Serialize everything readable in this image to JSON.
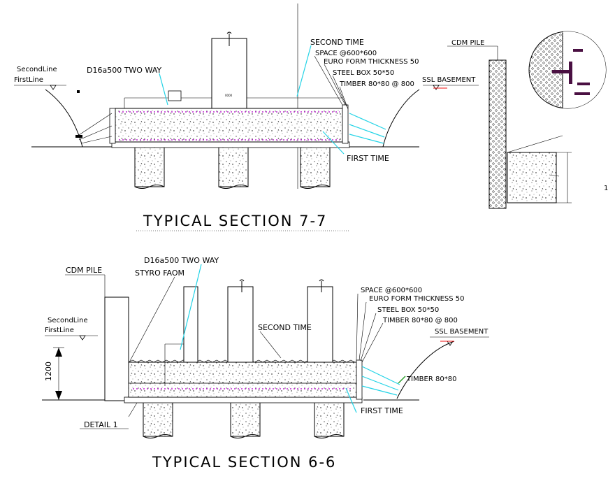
{
  "section_77": {
    "title": "TYPICAL SECTION 7-7",
    "level_second": "SecondLine",
    "level_first": "FirstLine",
    "rebar": "D16a500 TWO WAY",
    "second_time": "SECOND TIME",
    "space": "SPACE @600*600",
    "euro_form": "EURO FORM THICKNESS 50",
    "steel_box": "STEEL BOX 50*50",
    "timber": "TIMBER 80*80 @ 800",
    "ssl": "SSL BASEMENT",
    "first_time": "FIRST TIME"
  },
  "detail": {
    "cdm_pile": "CDM PILE"
  },
  "section_66": {
    "title": "TYPICAL SECTION 6-6",
    "rebar": "D16a500 TWO WAY",
    "styro": "STYRO FAOM",
    "cdm_pile": "CDM PILE",
    "level_second": "SecondLine",
    "level_first": "FirstLine",
    "dimension": "1200",
    "second_time": "SECOND TIME",
    "space": "SPACE @600*600",
    "euro_form": "EURO FORM THICKNESS 50",
    "steel_box": "STEEL BOX 50*50",
    "timber": "TIMBER 80*80 @ 800",
    "ssl": "SSL BASEMENT",
    "timber_side": "TIMBER 80*80",
    "detail": "DETAIL 1",
    "first_time": "FIRST TIME"
  }
}
